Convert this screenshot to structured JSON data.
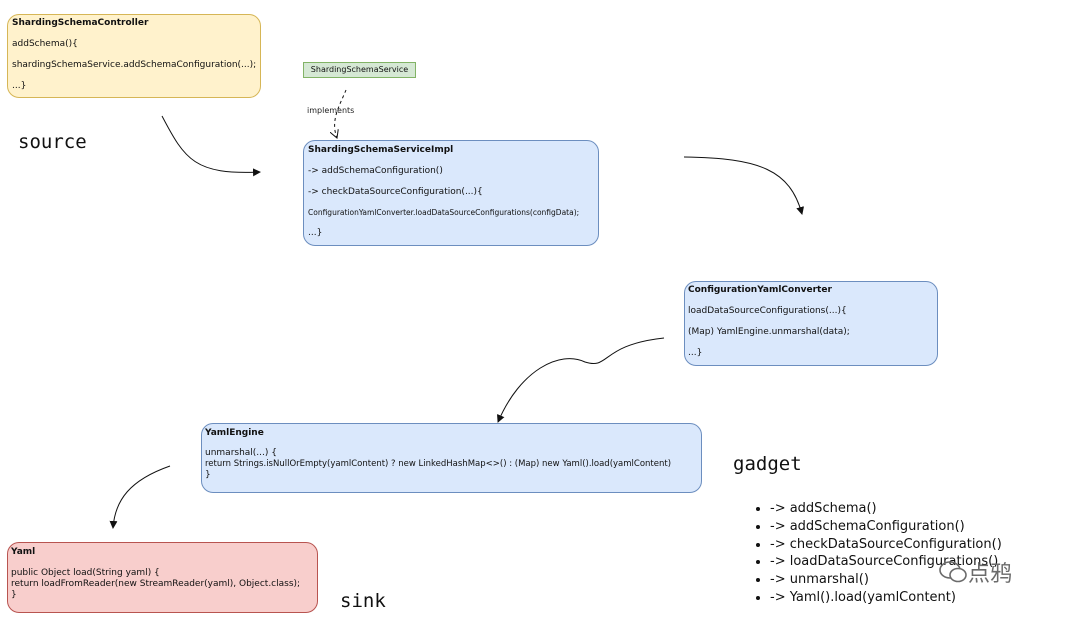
{
  "controller": {
    "title": "ShardingSchemaController",
    "lines": [
      "addSchema(){",
      "shardingSchemaService.addSchemaConfiguration(...);",
      "...}"
    ]
  },
  "service_interface": {
    "label": "ShardingSchemaService"
  },
  "implements_label": "implements",
  "service_impl": {
    "title": "ShardingSchemaServiceImpl",
    "lines": [
      "-> addSchemaConfiguration()",
      "-> checkDataSourceConfiguration(...){",
      "ConfigurationYamlConverter.loadDataSourceConfigurations(configData);",
      "...}"
    ]
  },
  "converter": {
    "title": "ConfigurationYamlConverter",
    "lines": [
      "loadDataSourceConfigurations(...){",
      "(Map) YamlEngine.unmarshal(data);",
      "...}"
    ]
  },
  "yaml_engine": {
    "title": "YamlEngine",
    "lines": [
      "unmarshal(...) {",
      "return Strings.isNullOrEmpty(yamlContent) ? new LinkedHashMap<>() : (Map) new Yaml().load(yamlContent)",
      "}"
    ]
  },
  "yaml": {
    "title": "Yaml",
    "lines": [
      "public Object load(String yaml) {",
      "return loadFromReader(new StreamReader(yaml), Object.class);",
      "}"
    ]
  },
  "labels": {
    "source": "source",
    "gadget": "gadget",
    "sink": "sink"
  },
  "gadget_chain": [
    "-> addSchema()",
    "-> addSchemaConfiguration()",
    "-> checkDataSourceConfiguration()",
    "-> loadDataSourceConfigurations()",
    "-> unmarshal()",
    "-> Yaml().load(yamlContent)"
  ],
  "watermark": "点鸦",
  "colors": {
    "yellow_fill": "#fff2cc",
    "yellow_border": "#d6b656",
    "blue_fill": "#dae8fc",
    "blue_border": "#6c8ebf",
    "red_fill": "#f8cecc",
    "red_border": "#b85450",
    "green_fill": "#d5e8d4",
    "green_border": "#82b366"
  }
}
